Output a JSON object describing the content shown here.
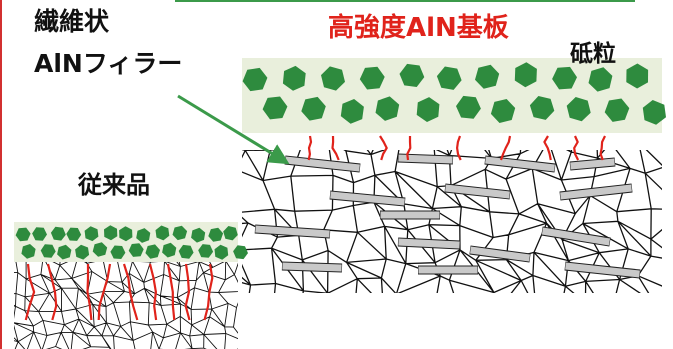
{
  "labels": {
    "fiber_line1": "繊維状",
    "fiber_line2": "AlNフィラー",
    "title": "高強度AlN基板",
    "abrasive": "砥粒",
    "conventional": "従来品"
  },
  "colors": {
    "abrasive_green": "#2e8b3e",
    "band_bg": "#e9efdc",
    "crack_red": "#e0231b",
    "filler_gray": "#c9c9c9",
    "title_red": "#e0231b",
    "arrow_green": "#3b9a4a",
    "frame_red": "#d23030",
    "top_rule_green": "#3b9a4a"
  }
}
